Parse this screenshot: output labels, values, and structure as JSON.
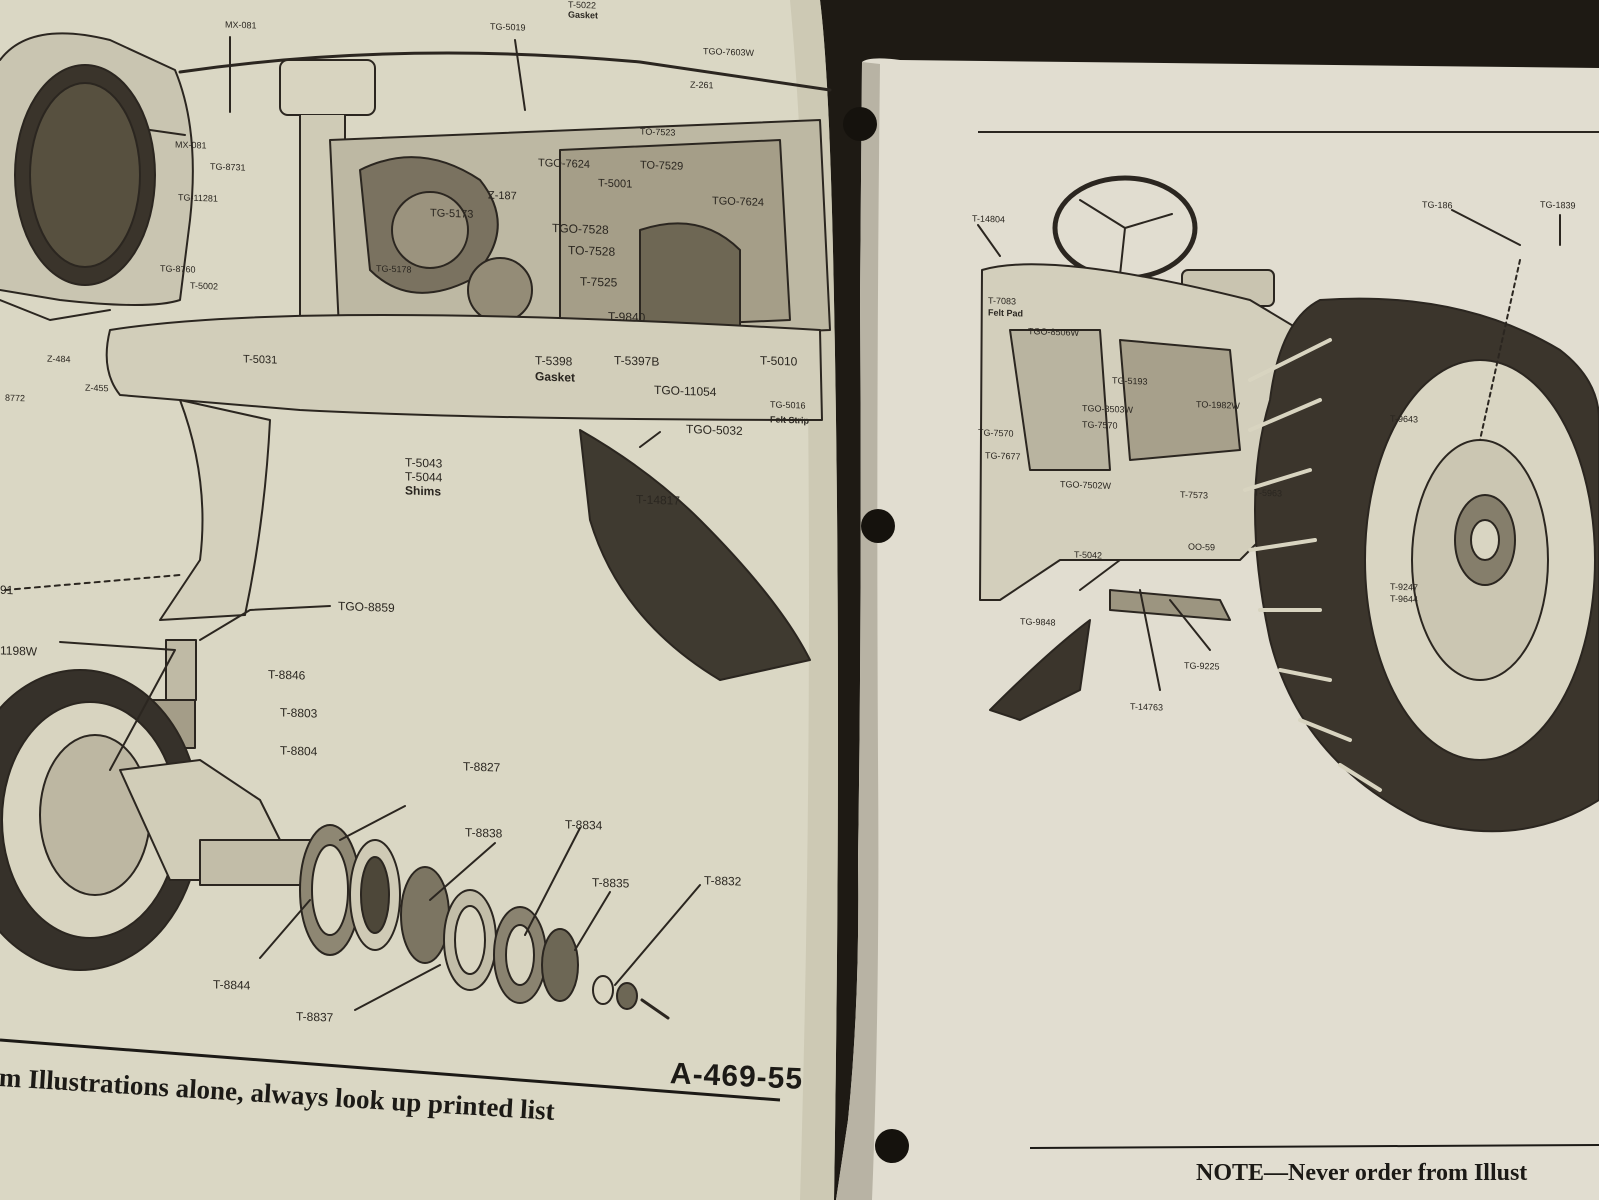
{
  "colors": {
    "background": "#1e1a14",
    "page_left": "#dcd9c6",
    "page_right": "#e2ded0",
    "ink": "#2a2620"
  },
  "left_page": {
    "page_number": "A-469-55",
    "note_text": "m Illustrations alone, always look up printed list",
    "part_labels": {
      "mx081_a": "MX-081",
      "mx081_b": "MX-081",
      "tg8731": "TG-8731",
      "tg11281": "TG-11281",
      "tg8760": "TG-8760",
      "t5002": "T-5002",
      "z484": "Z-484",
      "z455": "Z-455",
      "n8772": "8772",
      "t5022": "T-5022",
      "gasket_top": "Gasket",
      "tg5019": "TG-5019",
      "tgo7603w": "TGO-7603W",
      "z261": "Z-261",
      "to7523": "TO-7523",
      "tgo7624_a": "TGO-7624",
      "t5001": "T-5001",
      "to7529": "TO-7529",
      "z187": "Z-187",
      "tg5173": "TG-5173",
      "tgo7528": "TGO-7528",
      "to7528": "TO-7528",
      "tgo7624_b": "TGO-7624",
      "t7525": "T-7525",
      "tg5178": "TG-5178",
      "t9840": "T-9840",
      "t5031": "T-5031",
      "t5398": "T-5398",
      "gasket_mid": "Gasket",
      "t5397b": "T-5397B",
      "tgo11054": "TGO-11054",
      "t5010": "T-5010",
      "tg5016": "TG-5016",
      "felt_strip": "Felt Strip",
      "tgo5032": "TGO-5032",
      "t5043": "T-5043",
      "t5044": "T-5044",
      "shims": "Shims",
      "t14817": "T-14817",
      "n91": "91",
      "tgo8859": "TGO-8859",
      "n1198w": "1198W",
      "t8846": "T-8846",
      "t8803": "T-8803",
      "t8804": "T-8804",
      "t8827": "T-8827",
      "t8838": "T-8838",
      "t8834": "T-8834",
      "t8835": "T-8835",
      "t8832": "T-8832",
      "t8844": "T-8844",
      "t8837": "T-8837"
    }
  },
  "right_page": {
    "note_text": "NOTE—Never order from Illust",
    "part_labels": {
      "t14804": "T-14804",
      "tg186": "TG-186",
      "tg1839": "TG-1839",
      "t7083": "T-7083",
      "felt_pad": "Felt Pad",
      "tgo8506w": "TGO-8506W",
      "tg5193": "TG-5193",
      "tgo8503w": "TGO-8503W",
      "to1982w": "TO-1982W",
      "t9643": "T-9643",
      "tg7570": "TG-7570",
      "tg7570b": "TG-7570",
      "tg7677": "TG-7677",
      "tgo7502w": "TGO-7502W",
      "t7573": "T-7573",
      "t5963": "T-5963",
      "t5042": "T-5042",
      "oo59": "OO-59",
      "t9247": "T-9247",
      "t9644": "T-9644",
      "tg9848": "TG-9848",
      "tg9225": "TG-9225",
      "t14763": "T-14763"
    }
  }
}
